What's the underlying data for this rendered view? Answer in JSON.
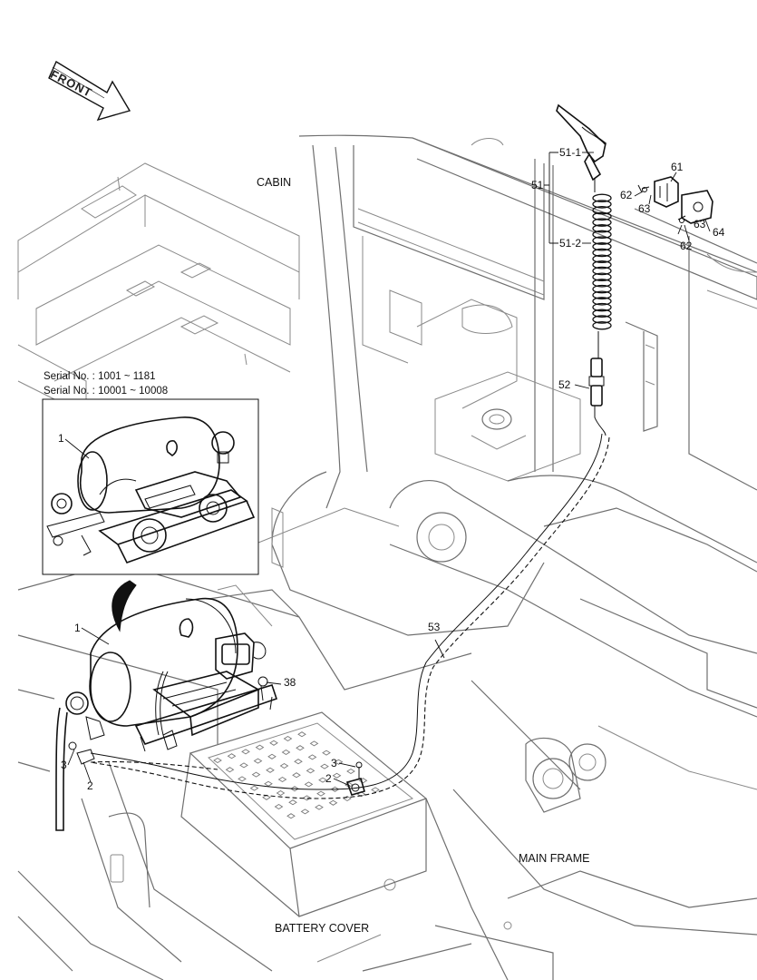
{
  "direction": {
    "label": "FRONT"
  },
  "regions": {
    "cabin": "CABIN",
    "main_frame": "MAIN FRAME",
    "battery_cover": "BATTERY COVER"
  },
  "inset": {
    "serial_line_1": "Serial No. : 1001 ~ 1181",
    "serial_line_2": "Serial No. : 10001 ~ 10008",
    "callout": "1"
  },
  "callouts": {
    "p51": "51",
    "p51_1": "51-1",
    "p51_2": "51-2",
    "p52": "52",
    "p53": "53",
    "p61": "61",
    "p62_a": "62",
    "p62_b": "62",
    "p63_a": "63",
    "p63_b": "63",
    "p64": "64",
    "p1": "1",
    "p38": "38",
    "p3_a": "3",
    "p2_a": "2",
    "p3_b": "3",
    "p2_b": "2"
  }
}
